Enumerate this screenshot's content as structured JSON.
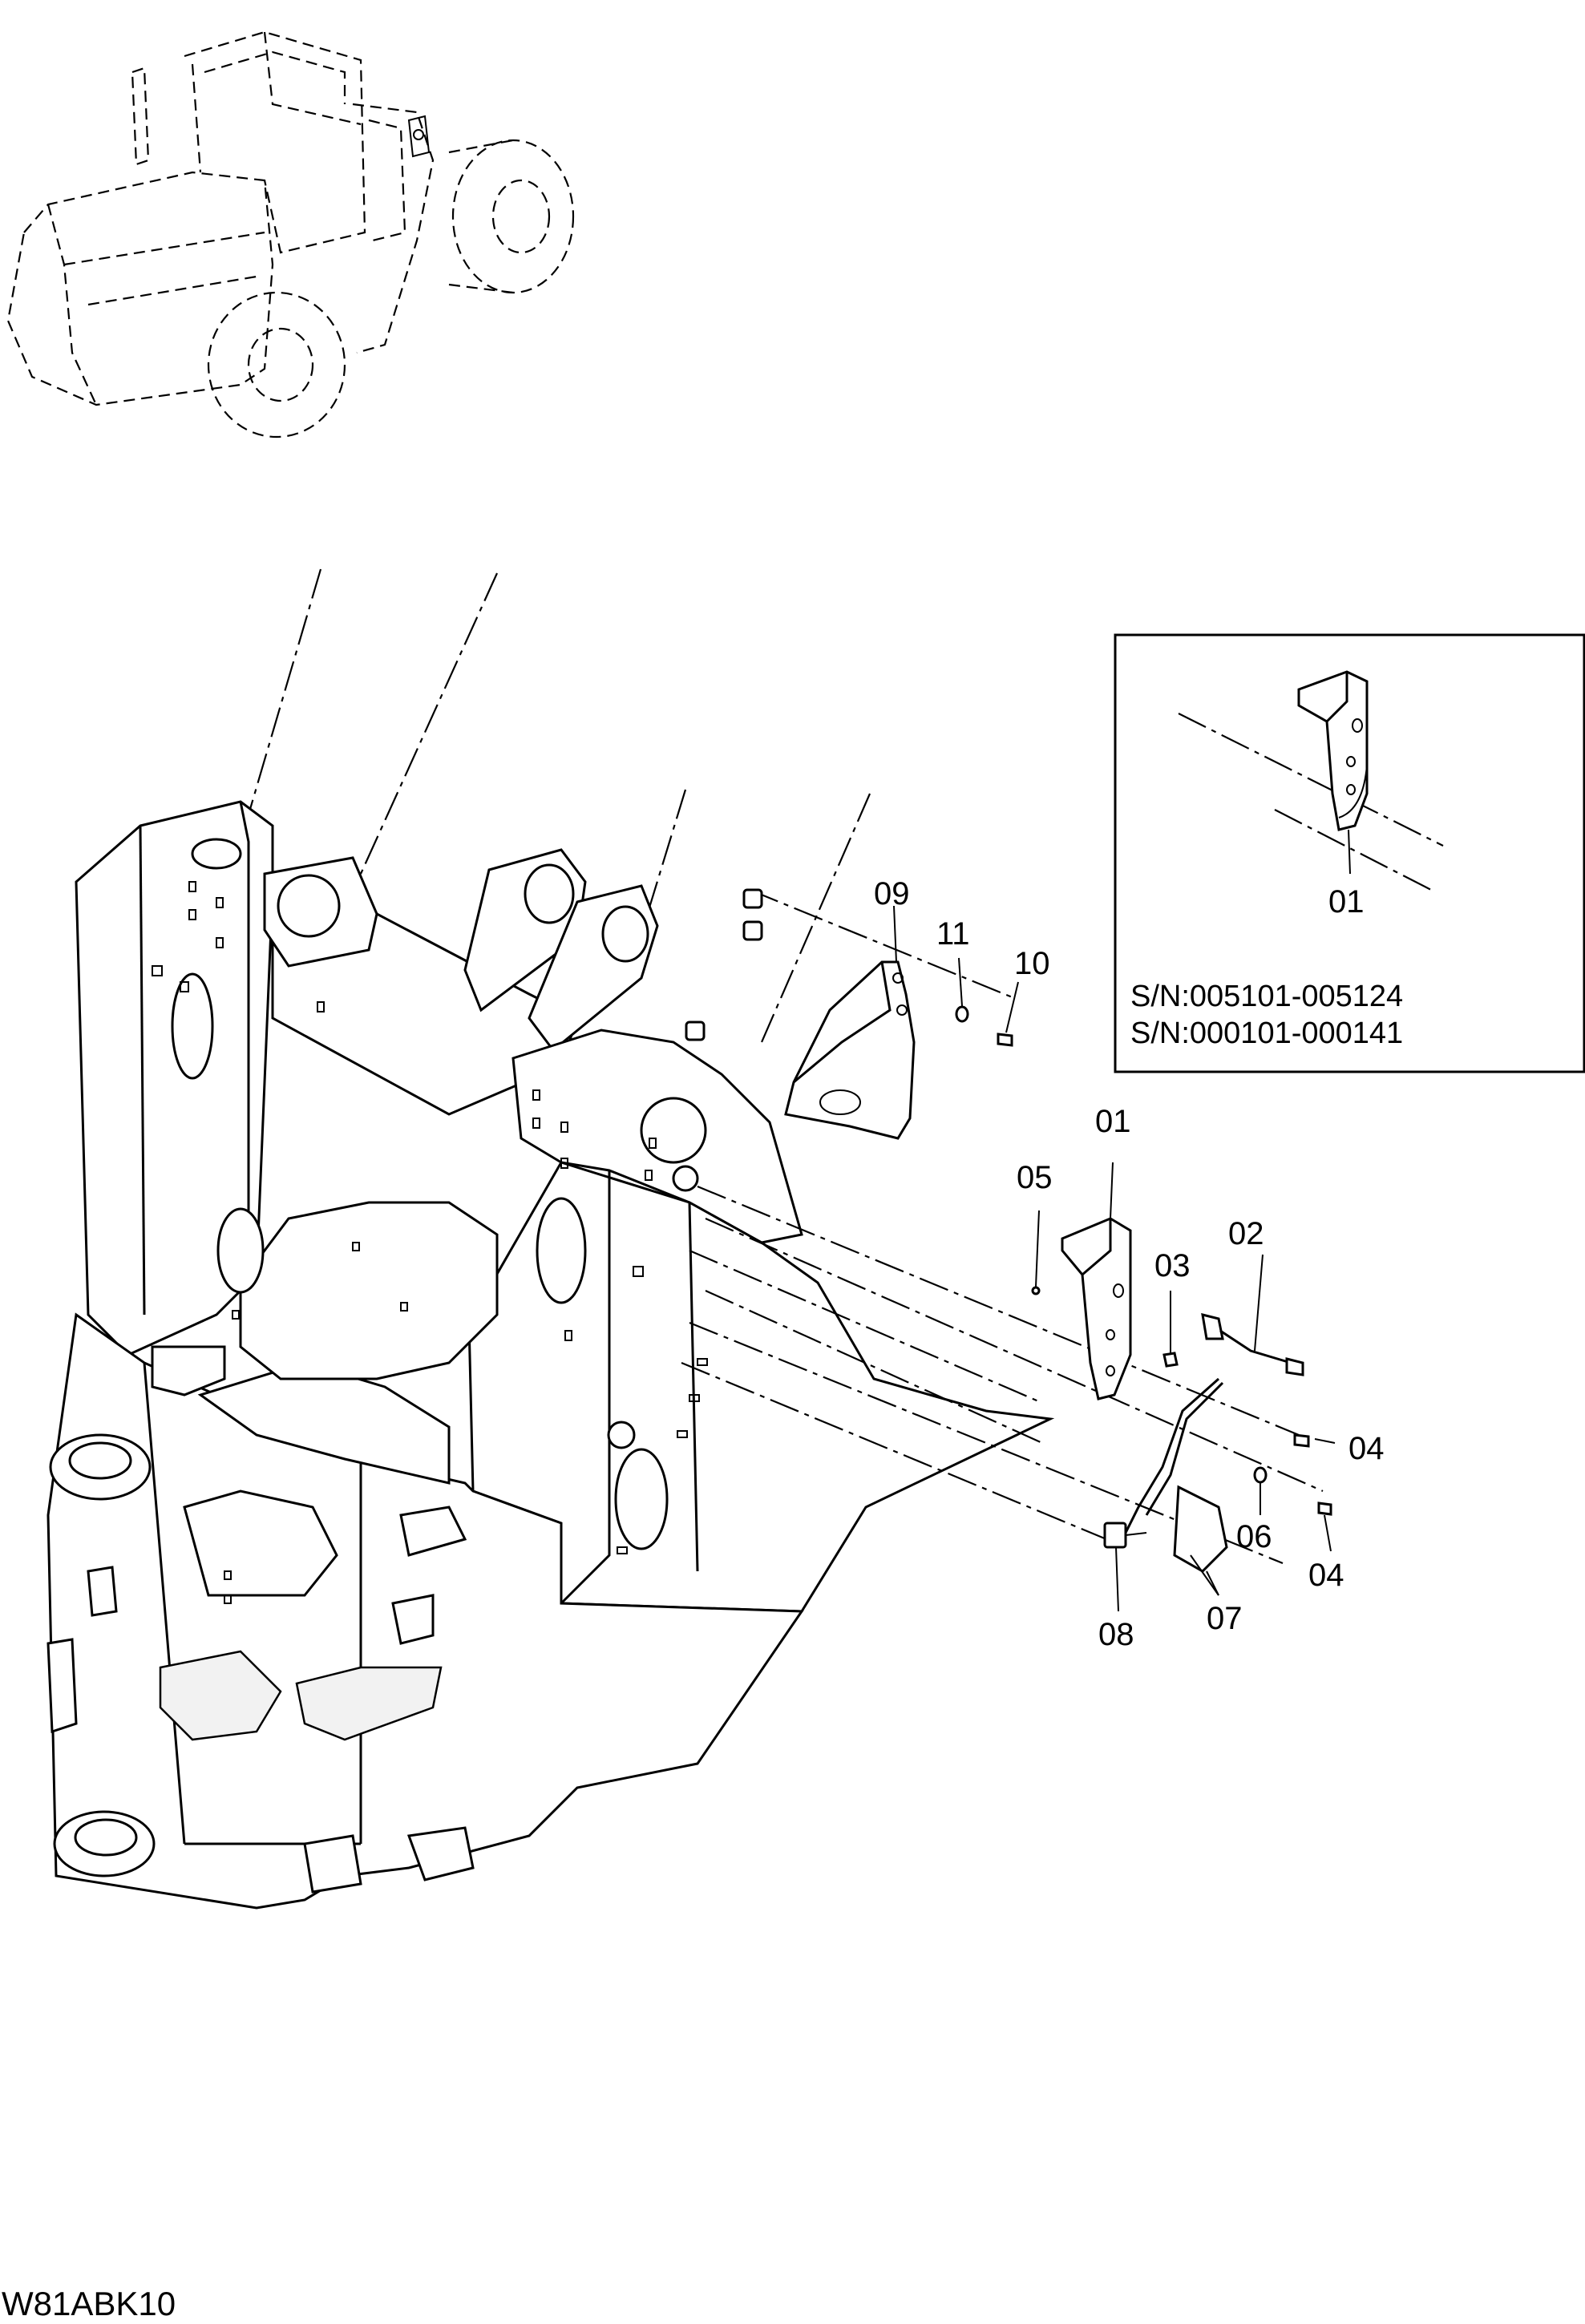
{
  "diagram": {
    "drawing_code": "W81ABK10",
    "callouts": [
      {
        "id": "c01",
        "label": "01"
      },
      {
        "id": "c02",
        "label": "02"
      },
      {
        "id": "c03",
        "label": "03"
      },
      {
        "id": "c04a",
        "label": "04"
      },
      {
        "id": "c04b",
        "label": "04"
      },
      {
        "id": "c05",
        "label": "05"
      },
      {
        "id": "c06",
        "label": "06"
      },
      {
        "id": "c07",
        "label": "07"
      },
      {
        "id": "c08",
        "label": "08"
      },
      {
        "id": "c09",
        "label": "09"
      },
      {
        "id": "c10",
        "label": "10"
      },
      {
        "id": "c11",
        "label": "11"
      }
    ],
    "inset": {
      "callout": "01",
      "serial_ranges": [
        "S/N:005101-005124",
        "S/N:000101-000141"
      ]
    }
  }
}
